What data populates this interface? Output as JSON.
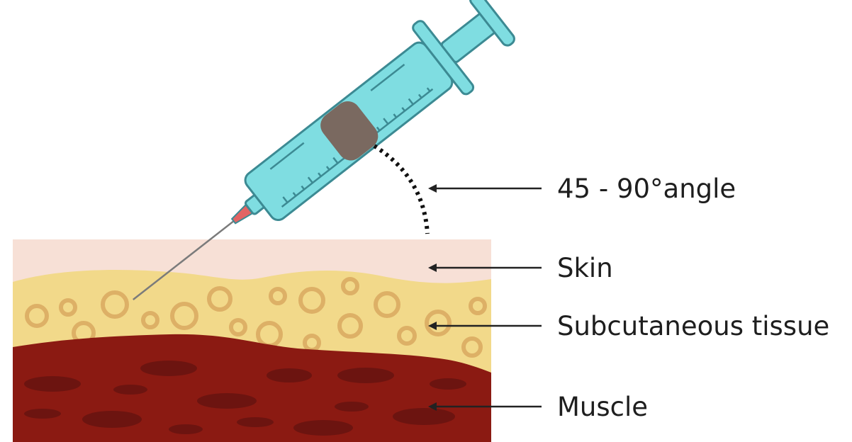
{
  "labels": {
    "angle": "45 - 90°angle",
    "skin": "Skin",
    "subcutaneous": "Subcutaneous tissue",
    "muscle": "Muscle"
  },
  "colors": {
    "skin": "#f7e0d6",
    "fat": "#f2d98a",
    "fat_cell": "#ddb066",
    "muscle": "#8b1a12",
    "muscle_fiber": "#6c1410",
    "barrel": "#7fdde1",
    "barrel_outline": "#3c8a93",
    "plunger": "#7a6960",
    "needle_hub": "#e26464",
    "arrow": "#222222"
  },
  "icons": {
    "syringe": "syringe-icon"
  }
}
